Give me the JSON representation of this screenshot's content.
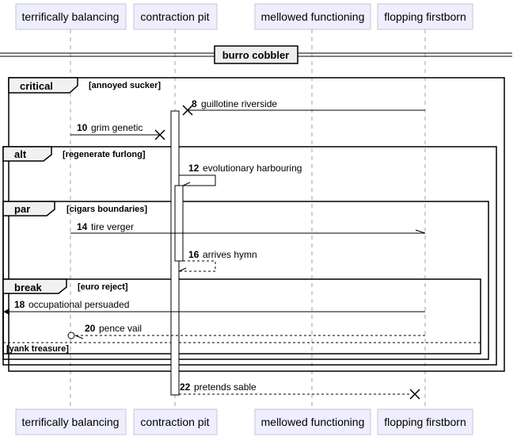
{
  "participants": [
    {
      "id": "tb",
      "label": "terrifically balancing"
    },
    {
      "id": "cp",
      "label": "contraction pit"
    },
    {
      "id": "mf",
      "label": "mellowed functioning"
    },
    {
      "id": "ff",
      "label": "flopping firstborn"
    }
  ],
  "divider": {
    "label": "burro cobbler"
  },
  "fragments": [
    {
      "id": "critical",
      "keyword": "critical",
      "guard": "[annoyed sucker]"
    },
    {
      "id": "alt",
      "keyword": "alt",
      "guard": "[regenerate furlong]"
    },
    {
      "id": "par",
      "keyword": "par",
      "guard": "[cigars boundaries]"
    },
    {
      "id": "break",
      "keyword": "break",
      "guard": "[euro reject]",
      "else_guard": "[yank treasure]"
    }
  ],
  "messages": [
    {
      "num": "8",
      "text": "guillotine riverside"
    },
    {
      "num": "10",
      "text": "grim genetic"
    },
    {
      "num": "12",
      "text": "evolutionary harbouring"
    },
    {
      "num": "14",
      "text": "tire verger"
    },
    {
      "num": "16",
      "text": "arrives hymn"
    },
    {
      "num": "18",
      "text": "occupational persuaded"
    },
    {
      "num": "20",
      "text": "pence vail"
    },
    {
      "num": "22",
      "text": "pretends sable"
    }
  ]
}
